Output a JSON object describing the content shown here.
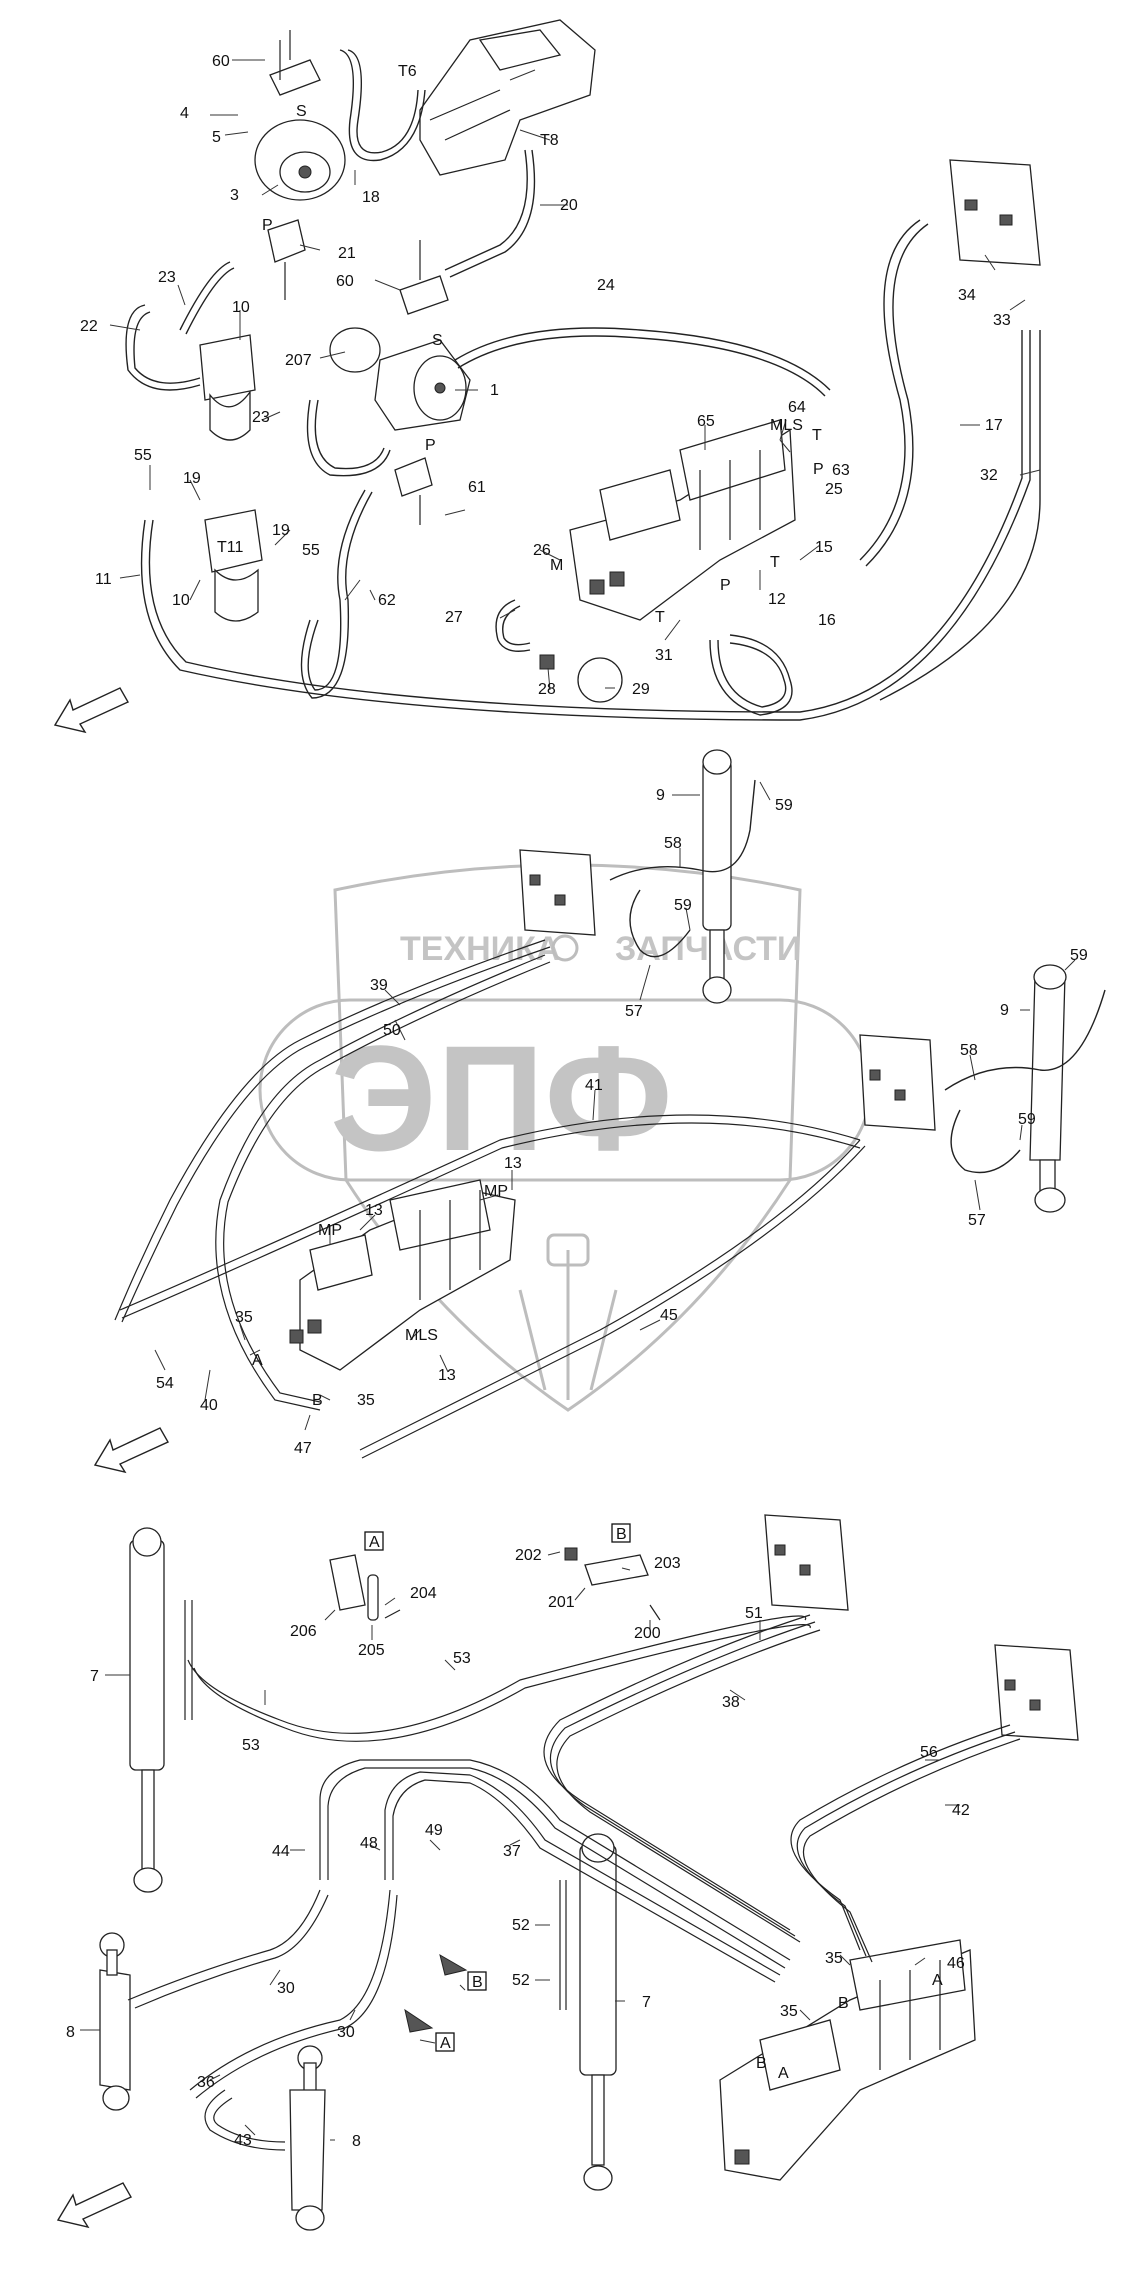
{
  "watermark": {
    "brand": "ТЕХНИКА",
    "brand2": "ЗАПЧАСТИ",
    "logo": "ЭПФ"
  },
  "section1": {
    "labels": [
      {
        "id": "60a",
        "text": "60"
      },
      {
        "id": "4",
        "text": "4"
      },
      {
        "id": "5",
        "text": "5"
      },
      {
        "id": "3",
        "text": "3"
      },
      {
        "id": "18",
        "text": "18"
      },
      {
        "id": "T6",
        "text": "T6"
      },
      {
        "id": "T8",
        "text": "T8"
      },
      {
        "id": "20",
        "text": "20"
      },
      {
        "id": "21",
        "text": "21"
      },
      {
        "id": "P1",
        "text": "P"
      },
      {
        "id": "S1",
        "text": "S"
      },
      {
        "id": "60b",
        "text": "60"
      },
      {
        "id": "23a",
        "text": "23"
      },
      {
        "id": "22",
        "text": "22"
      },
      {
        "id": "10a",
        "text": "10"
      },
      {
        "id": "207",
        "text": "207"
      },
      {
        "id": "S2",
        "text": "S"
      },
      {
        "id": "1",
        "text": "1"
      },
      {
        "id": "23b",
        "text": "23"
      },
      {
        "id": "24",
        "text": "24"
      },
      {
        "id": "P2",
        "text": "P"
      },
      {
        "id": "61",
        "text": "61"
      },
      {
        "id": "55a",
        "text": "55"
      },
      {
        "id": "19a",
        "text": "19"
      },
      {
        "id": "19b",
        "text": "19"
      },
      {
        "id": "T11",
        "text": "T11"
      },
      {
        "id": "55b",
        "text": "55"
      },
      {
        "id": "11",
        "text": "11"
      },
      {
        "id": "10b",
        "text": "10"
      },
      {
        "id": "62",
        "text": "62"
      },
      {
        "id": "65",
        "text": "65"
      },
      {
        "id": "MLS1",
        "text": "MLS"
      },
      {
        "id": "64",
        "text": "64"
      },
      {
        "id": "T1",
        "text": "T"
      },
      {
        "id": "63",
        "text": "63"
      },
      {
        "id": "P3",
        "text": "P"
      },
      {
        "id": "25",
        "text": "25"
      },
      {
        "id": "26",
        "text": "26"
      },
      {
        "id": "M1",
        "text": "M"
      },
      {
        "id": "15",
        "text": "15"
      },
      {
        "id": "T2",
        "text": "T"
      },
      {
        "id": "P4",
        "text": "P"
      },
      {
        "id": "12",
        "text": "12"
      },
      {
        "id": "16",
        "text": "16"
      },
      {
        "id": "27",
        "text": "27"
      },
      {
        "id": "T3",
        "text": "T"
      },
      {
        "id": "31",
        "text": "31"
      },
      {
        "id": "28",
        "text": "28"
      },
      {
        "id": "29",
        "text": "29"
      },
      {
        "id": "34",
        "text": "34"
      },
      {
        "id": "33",
        "text": "33"
      },
      {
        "id": "17",
        "text": "17"
      },
      {
        "id": "32",
        "text": "32"
      }
    ]
  },
  "section2": {
    "labels": [
      {
        "id": "9a",
        "text": "9"
      },
      {
        "id": "59a",
        "text": "59"
      },
      {
        "id": "58a",
        "text": "58"
      },
      {
        "id": "59b",
        "text": "59"
      },
      {
        "id": "57a",
        "text": "57"
      },
      {
        "id": "39",
        "text": "39"
      },
      {
        "id": "50",
        "text": "50"
      },
      {
        "id": "41",
        "text": "41"
      },
      {
        "id": "59c",
        "text": "59"
      },
      {
        "id": "9b",
        "text": "9"
      },
      {
        "id": "58b",
        "text": "58"
      },
      {
        "id": "59d",
        "text": "59"
      },
      {
        "id": "57b",
        "text": "57"
      },
      {
        "id": "13a",
        "text": "13"
      },
      {
        "id": "MP1",
        "text": "MP"
      },
      {
        "id": "13b",
        "text": "13"
      },
      {
        "id": "MP2",
        "text": "MP"
      },
      {
        "id": "35a",
        "text": "35"
      },
      {
        "id": "A1",
        "text": "A"
      },
      {
        "id": "MLS2",
        "text": "MLS"
      },
      {
        "id": "45",
        "text": "45"
      },
      {
        "id": "13c",
        "text": "13"
      },
      {
        "id": "54",
        "text": "54"
      },
      {
        "id": "40",
        "text": "40"
      },
      {
        "id": "B1",
        "text": "B"
      },
      {
        "id": "35b",
        "text": "35"
      },
      {
        "id": "47",
        "text": "47"
      }
    ]
  },
  "section3": {
    "labels": [
      {
        "id": "7a",
        "text": "7"
      },
      {
        "id": "boxA1",
        "text": "A"
      },
      {
        "id": "204",
        "text": "204"
      },
      {
        "id": "206",
        "text": "206"
      },
      {
        "id": "205",
        "text": "205"
      },
      {
        "id": "202",
        "text": "202"
      },
      {
        "id": "boxB1",
        "text": "B"
      },
      {
        "id": "203",
        "text": "203"
      },
      {
        "id": "201",
        "text": "201"
      },
      {
        "id": "200",
        "text": "200"
      },
      {
        "id": "51",
        "text": "51"
      },
      {
        "id": "53a",
        "text": "53"
      },
      {
        "id": "38",
        "text": "38"
      },
      {
        "id": "53b",
        "text": "53"
      },
      {
        "id": "56",
        "text": "56"
      },
      {
        "id": "42",
        "text": "42"
      },
      {
        "id": "44",
        "text": "44"
      },
      {
        "id": "48",
        "text": "48"
      },
      {
        "id": "49",
        "text": "49"
      },
      {
        "id": "37",
        "text": "37"
      },
      {
        "id": "52a",
        "text": "52"
      },
      {
        "id": "52b",
        "text": "52"
      },
      {
        "id": "7b",
        "text": "7"
      },
      {
        "id": "35c",
        "text": "35"
      },
      {
        "id": "46",
        "text": "46"
      },
      {
        "id": "A2",
        "text": "A"
      },
      {
        "id": "B2",
        "text": "B"
      },
      {
        "id": "35d",
        "text": "35"
      },
      {
        "id": "8a",
        "text": "8"
      },
      {
        "id": "30a",
        "text": "30"
      },
      {
        "id": "30b",
        "text": "30"
      },
      {
        "id": "36",
        "text": "36"
      },
      {
        "id": "boxB2",
        "text": "B"
      },
      {
        "id": "boxA2",
        "text": "A"
      },
      {
        "id": "B3",
        "text": "B"
      },
      {
        "id": "A3",
        "text": "A"
      },
      {
        "id": "43",
        "text": "43"
      },
      {
        "id": "8b",
        "text": "8"
      }
    ]
  }
}
